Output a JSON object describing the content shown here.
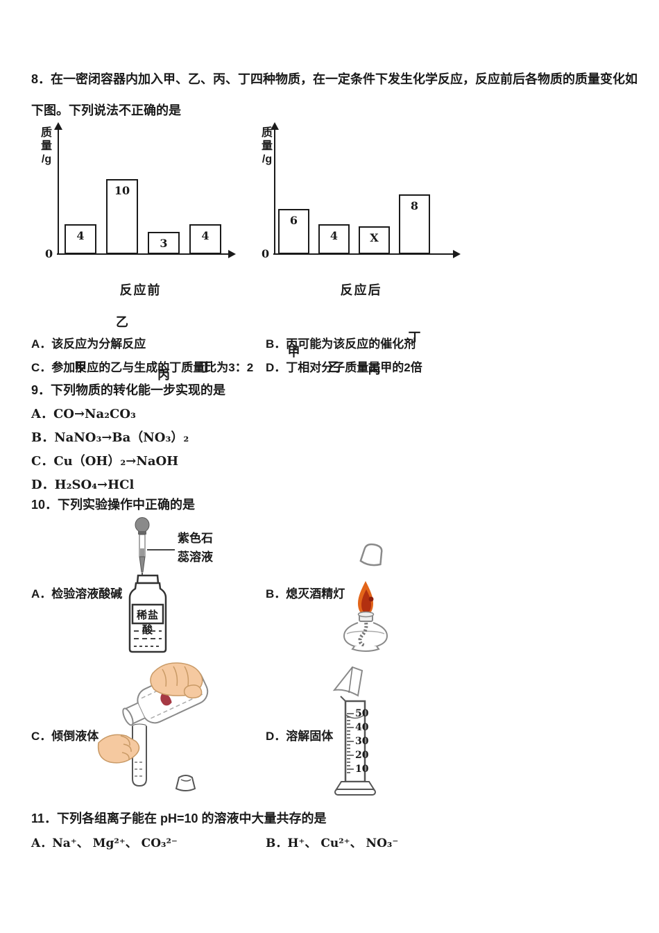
{
  "q8": {
    "text": "8．在一密闭容器内加入甲、乙、丙、丁四种物质，在一定条件下发生化学反应，反应前后各物质的质量变化如下图。下列说法不正确的是",
    "options": {
      "a": "A．该反应为分解反应",
      "b": "B．丙可能为该反应的催化剂",
      "c": "C．参加反应的乙与生成的丁质量比为3：2",
      "d": "D．丁相对分子质量是甲的2倍"
    }
  },
  "chart_data": [
    {
      "type": "bar",
      "title": "反应前",
      "ylabel": "质量/g",
      "ylabel_lines": [
        "质",
        "量",
        "/g"
      ],
      "origin": "0",
      "categories": [
        "甲",
        "乙",
        "丙",
        "丁"
      ],
      "values": [
        4,
        10,
        3,
        4
      ],
      "bar_labels": [
        "4",
        "10",
        "3",
        "4"
      ],
      "xlabel": "",
      "ylim": [
        0,
        16
      ],
      "grid": false,
      "legend": "none"
    },
    {
      "type": "bar",
      "title": "反应后",
      "ylabel": "质量/g",
      "ylabel_lines": [
        "质",
        "量",
        "/g"
      ],
      "origin": "0",
      "categories": [
        "甲",
        "乙",
        "丙",
        "丁"
      ],
      "values": [
        6,
        4,
        3.7,
        8
      ],
      "bar_labels": [
        "6",
        "4",
        "X",
        "8"
      ],
      "xlabel": "",
      "ylim": [
        0,
        16
      ],
      "grid": false,
      "legend": "none"
    }
  ],
  "q9": {
    "text": "9．下列物质的转化能一步实现的是",
    "options": {
      "a": "A．CO→Na₂CO₃",
      "b": "B．NaNO₃→Ba（NO₃）₂",
      "c": "C．Cu（OH）₂→NaOH",
      "d": "D．H₂SO₄→HCl"
    }
  },
  "q10": {
    "text": "10．下列实验操作中正确的是",
    "dropper_label_line1": "紫色石",
    "dropper_label_line2": "蕊溶液",
    "bottle_label": "稀盐酸",
    "cylinder_scale": [
      "50",
      "40",
      "30",
      "20",
      "10"
    ],
    "options": {
      "a": "A．检验溶液酸碱",
      "b": "B．熄灭酒精灯",
      "c": "C．倾倒液体",
      "d": "D．溶解固体"
    }
  },
  "q11": {
    "text": "11．下列各组离子能在 pH=10 的溶液中大量共存的是",
    "options": {
      "a": "A．Na⁺、 Mg²⁺、 CO₃²⁻",
      "b": "B．H⁺、 Cu²⁺、 NO₃⁻"
    }
  },
  "colors": {
    "flame_orange": "#e2651a",
    "flame_red": "#b23010",
    "skin": "#f5c9a0",
    "skin_line": "#c99a66",
    "bulb_gray": "#8a8a8a"
  }
}
